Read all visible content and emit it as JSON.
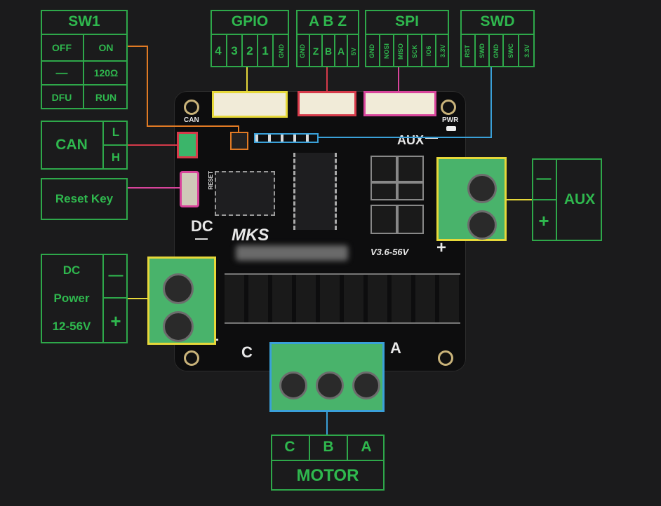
{
  "sw1": {
    "title": "SW1",
    "off": "OFF",
    "on": "ON",
    "dash": "—",
    "ohm": "120Ω",
    "dfu": "DFU",
    "run": "RUN"
  },
  "gpio": {
    "title": "GPIO",
    "pins": [
      "4",
      "3",
      "2",
      "1",
      "GND"
    ]
  },
  "abz": {
    "title": "A B Z",
    "pins": [
      "GND",
      "Z",
      "B",
      "A",
      "5V"
    ]
  },
  "spi": {
    "title": "SPI",
    "pins": [
      "GND",
      "NOSI",
      "MISO",
      "SCK",
      "IO6",
      "3.3V"
    ]
  },
  "swd": {
    "title": "SWD",
    "pins": [
      "RST",
      "SWD",
      "GND",
      "SWC",
      "3.3V"
    ]
  },
  "can": {
    "title": "CAN",
    "l": "L",
    "h": "H"
  },
  "reset": {
    "title": "Reset Key"
  },
  "aux": {
    "title": "AUX",
    "minus": "—",
    "plus": "+"
  },
  "dc": {
    "line1": "DC",
    "line2": "Power",
    "line3": "12-56V",
    "minus": "—",
    "plus": "+"
  },
  "motor": {
    "title": "MOTOR",
    "phases": [
      "C",
      "B",
      "A"
    ]
  },
  "board": {
    "brand": "MKS",
    "version": "V3.6-56V",
    "dc_label": "DC",
    "aux_label": "AUX",
    "can_label": "CAN",
    "pwr_label": "PWR",
    "reset_label": "RESET",
    "phase_c": "C",
    "phase_a": "A",
    "plus": "+",
    "minus": "—"
  },
  "colors": {
    "green": "#2ea84a",
    "yellow": "#e6d83a",
    "pink": "#d8449b",
    "red": "#d63a4a",
    "orange": "#e07a24",
    "blue": "#3aa0d8"
  }
}
